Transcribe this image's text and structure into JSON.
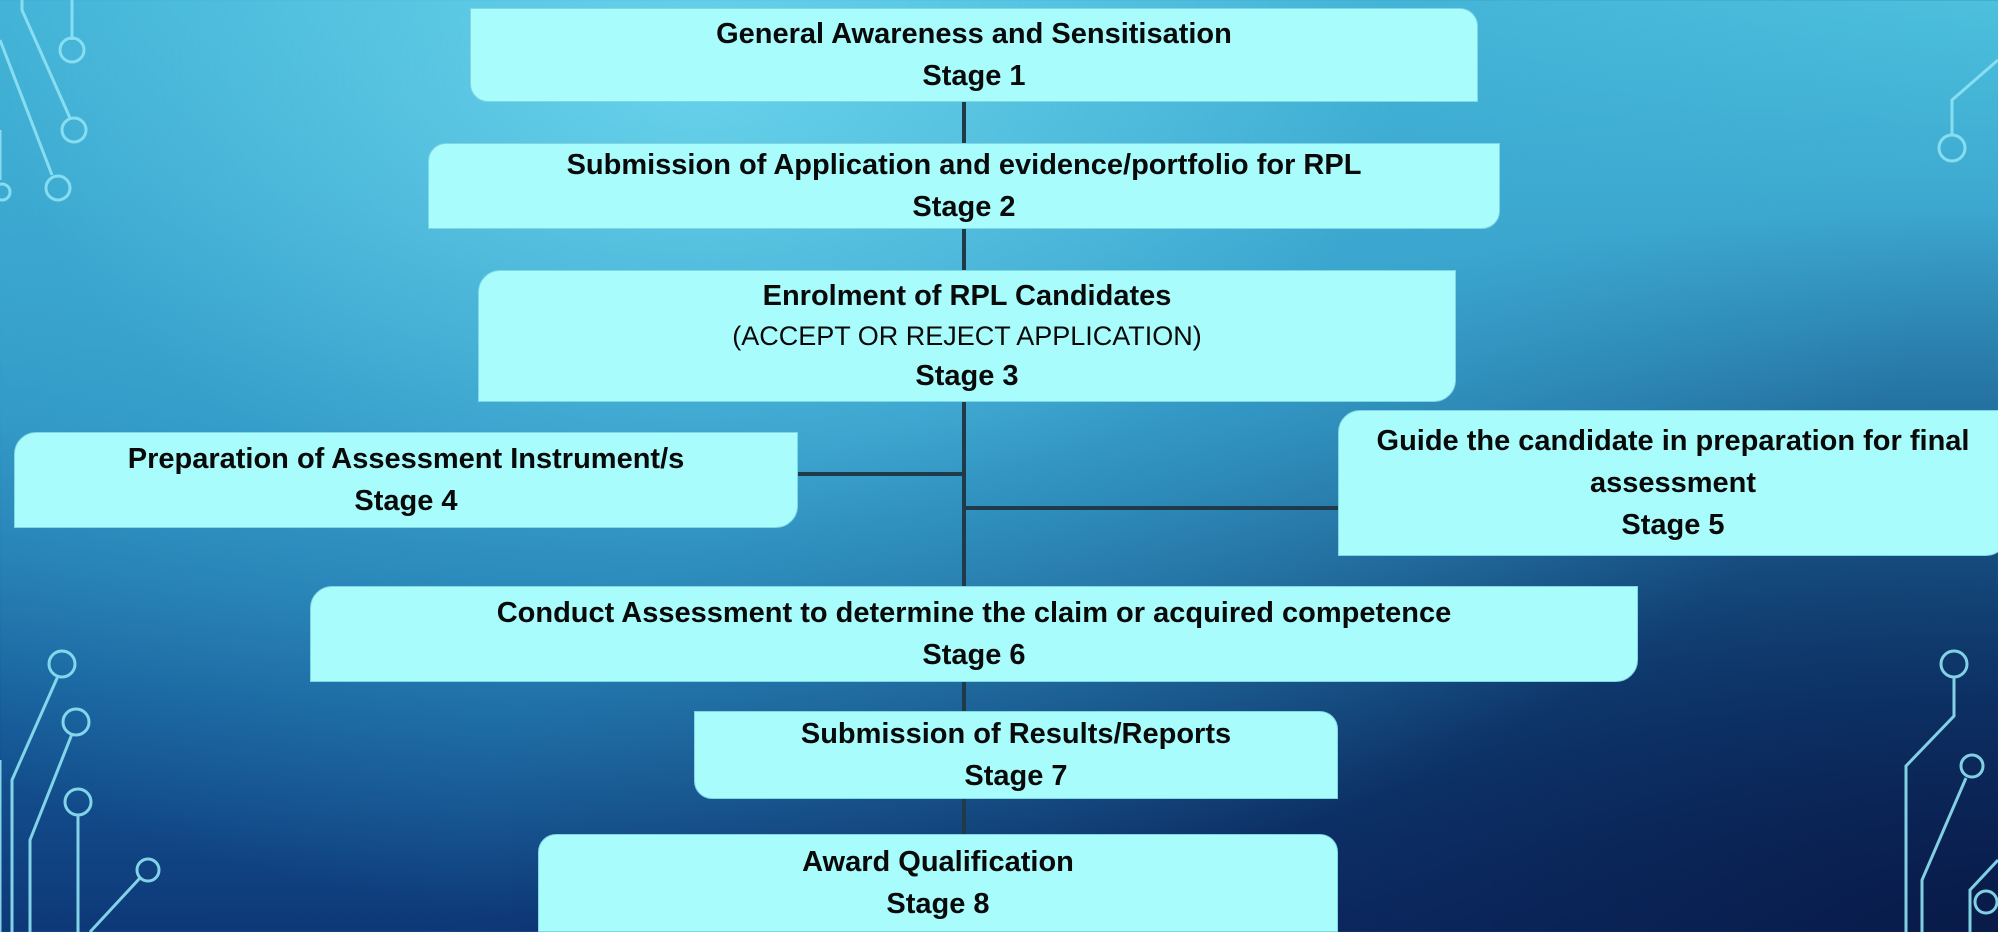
{
  "stages": [
    {
      "title": "General Awareness and Sensitisation",
      "note": "",
      "label": "Stage 1"
    },
    {
      "title": "Submission of Application and evidence/portfolio for RPL",
      "note": "",
      "label": "Stage 2"
    },
    {
      "title": "Enrolment of RPL Candidates",
      "note": "(ACCEPT OR REJECT APPLICATION)",
      "label": "Stage 3"
    },
    {
      "title": "Preparation of Assessment Instrument/s",
      "note": "",
      "label": "Stage 4"
    },
    {
      "title": "Guide the candidate in preparation for final assessment",
      "note": "",
      "label": "Stage 5"
    },
    {
      "title": "Conduct Assessment to determine the claim or acquired competence",
      "note": "",
      "label": "Stage 6"
    },
    {
      "title": "Submission of Results/Reports",
      "note": "",
      "label": "Stage 7"
    },
    {
      "title": "Award Qualification",
      "note": "",
      "label": "Stage 8"
    }
  ],
  "colors": {
    "box_fill": "#a8fcfc",
    "connector": "#1f3a48",
    "decor_line": "#8fe3f4"
  }
}
